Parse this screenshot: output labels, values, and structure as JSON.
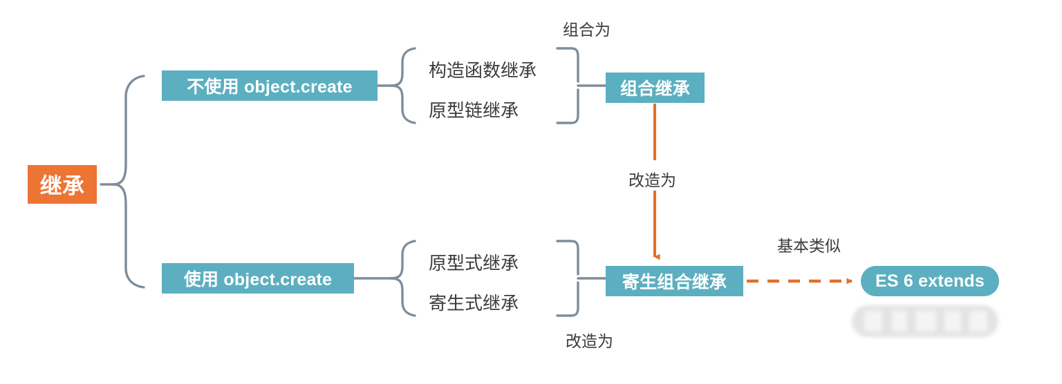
{
  "diagram": {
    "title_node": {
      "label": "继承",
      "color": "#ED7433"
    },
    "branches": [
      {
        "label": "不使用 object.create",
        "color": "#5CAFC0",
        "leaves": [
          "构造函数继承",
          "原型链继承"
        ],
        "result": {
          "label": "组合继承",
          "color": "#5CAFC0"
        },
        "result_caption": "组合为"
      },
      {
        "label": "使用 object.create",
        "color": "#5CAFC0",
        "leaves": [
          "原型式继承",
          "寄生式继承"
        ],
        "result": {
          "label": "寄生组合继承",
          "color": "#5CAFC0"
        },
        "result_caption": "改造为"
      }
    ],
    "transform_caption": "改造为",
    "similar_caption": "基本类似",
    "final_node": {
      "label": "ES 6 extends",
      "color": "#5CAFC0"
    },
    "line_color": "#7f8c9b",
    "arrow_color": "#E2702A",
    "redacted_label": ""
  }
}
